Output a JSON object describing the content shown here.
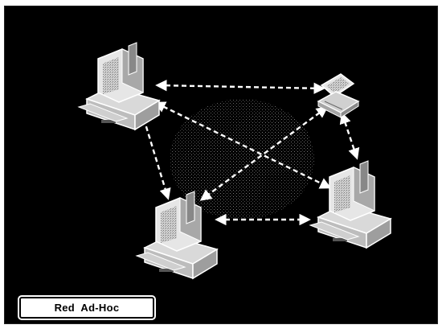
{
  "caption": "Red  Ad-Hoc",
  "colors": {
    "background": "#000000",
    "link": "#ffffff",
    "device": "#e8e8e8"
  },
  "nodes": [
    {
      "id": "node-top-left",
      "type": "desktop-computer"
    },
    {
      "id": "node-top-right",
      "type": "laptop-computer"
    },
    {
      "id": "node-bottom-left",
      "type": "desktop-computer"
    },
    {
      "id": "node-bottom-right",
      "type": "desktop-computer"
    }
  ],
  "links": [
    [
      "node-top-left",
      "node-top-right"
    ],
    [
      "node-top-left",
      "node-bottom-left"
    ],
    [
      "node-top-left",
      "node-bottom-right"
    ],
    [
      "node-top-right",
      "node-bottom-left"
    ],
    [
      "node-top-right",
      "node-bottom-right"
    ],
    [
      "node-bottom-left",
      "node-bottom-right"
    ]
  ]
}
